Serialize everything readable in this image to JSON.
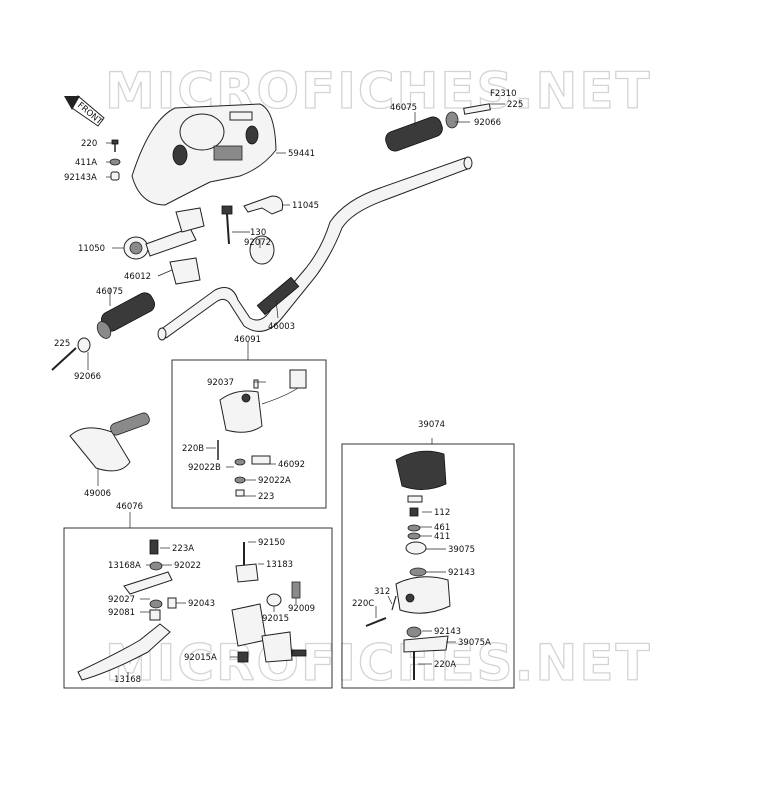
{
  "diagram": {
    "watermark": "MICROFICHES.NET",
    "figure_code": "F2310",
    "front_arrow_label": "FRONT",
    "group_labels": {
      "switch_left": "46091",
      "lever_left": "46076",
      "switch_right": "39074"
    },
    "labels": {
      "p220_top": "220",
      "p411A": "411A",
      "p92143A": "92143A",
      "p59441": "59441",
      "p46075_top": "46075",
      "p225_top": "225",
      "p92066_top": "92066",
      "p11045": "11045",
      "p130": "130",
      "p92072": "92072",
      "p11050": "11050",
      "p46012": "46012",
      "p46075_left": "46075",
      "p46003": "46003",
      "p225_left": "225",
      "p92066_left": "92066",
      "p92037": "92037",
      "p220B": "220B",
      "p92022B": "92022B",
      "p92092": "46092",
      "p92022A": "92022A",
      "p223": "223",
      "p49006": "49006",
      "p223A": "223A",
      "p13168A": "13168A",
      "p92022": "92022",
      "p92027": "92027",
      "p92043": "92043",
      "p92081": "92081",
      "p13168": "13168",
      "p92150": "92150",
      "p13183": "13183",
      "p92009": "92009",
      "p92015": "92015",
      "p92015A": "92015A",
      "p112": "112",
      "p461": "461",
      "p411": "411",
      "p39075": "39075",
      "p92143_a": "92143",
      "p312": "312",
      "p220C": "220C",
      "p92143_b": "92143",
      "p39075A": "39075A",
      "p220A": "220A"
    }
  }
}
